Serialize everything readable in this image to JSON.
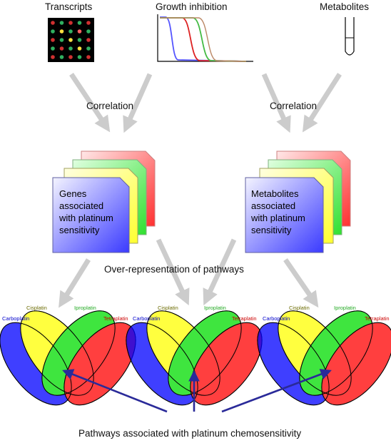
{
  "inputs": {
    "transcripts": "Transcripts",
    "growth_inhibition": "Growth inhibition",
    "metabolites": "Metabolites"
  },
  "correlation_left": "Correlation",
  "correlation_right": "Correlation",
  "cards": {
    "genes_lines": [
      "Genes",
      "associated",
      "with platinum",
      "sensitivity"
    ],
    "metabolites_lines": [
      "Metabolites",
      "associated",
      "with platinum",
      "sensitivity"
    ]
  },
  "over_representation": "Over-representation of pathways",
  "venn_labels": {
    "carboplatin": "Carboplatin",
    "cisplatin": "Cisplatin",
    "iproplatin": "Iproplatin",
    "tetraplatin": "Tetraplatin"
  },
  "pathways": "Pathways associated with platinum chemosensitivity",
  "colors": {
    "carboplatin": "#0000cc",
    "cisplatin": "#6b6b00",
    "iproplatin": "#22aa22",
    "tetraplatin": "#cc0000",
    "arrow_gray": "#cccccc",
    "arrow_blue": "#2a2a99"
  }
}
